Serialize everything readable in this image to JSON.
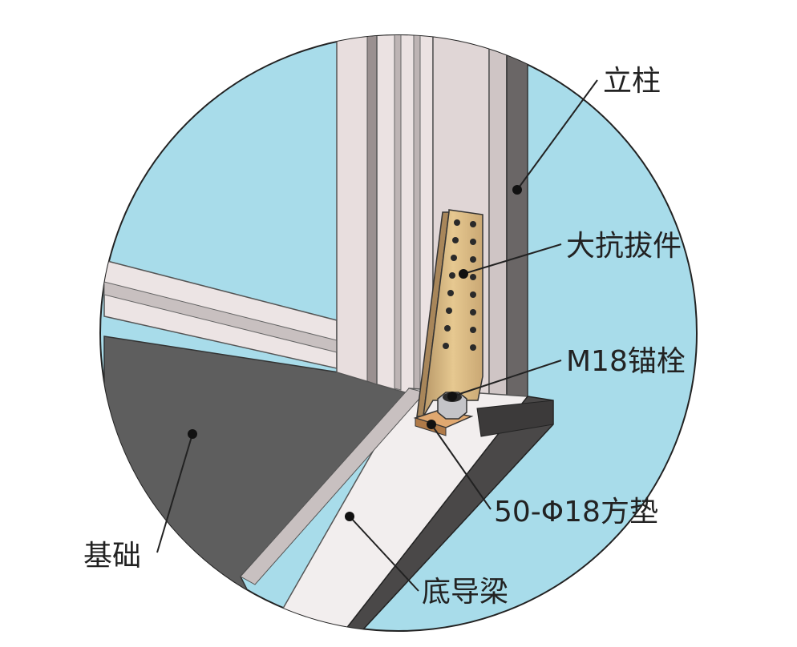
{
  "diagram": {
    "labels": {
      "column": "立柱",
      "hold_down": "大抗拔件",
      "anchor_bolt": "M18锚栓",
      "square_washer": "50-Φ18方垫",
      "foundation": "基础",
      "bottom_rail": "底导梁"
    },
    "colors": {
      "background_disc": "#a8dcea",
      "foundation": "#5e5e5e",
      "stud_face": "#e6dcdc",
      "stud_dark": "#6a6666",
      "rail_face": "#f2eeee",
      "hold_down": "#d8b98a",
      "leader_line": "#222222",
      "label_text": "#222222"
    }
  }
}
